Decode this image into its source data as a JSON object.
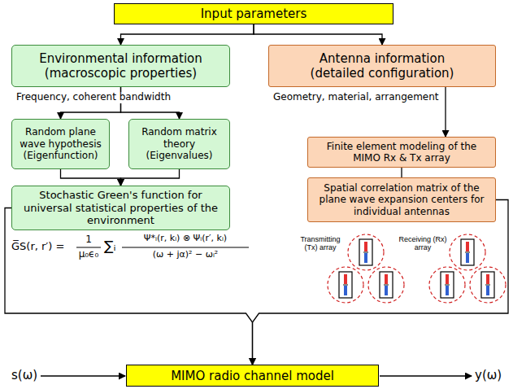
{
  "diagram": {
    "nodes": [
      {
        "text": [
          "Input parameters"
        ]
      },
      {
        "text": [
          "Environmental information",
          "(macroscopic properties)"
        ]
      },
      {
        "text": [
          "Antenna information",
          "(detailed configuration)"
        ]
      },
      {
        "text": [
          "Random plane wave hypothesis (Eigenfunction)"
        ]
      },
      {
        "text": [
          "Random matrix theory (Eigenvalues)"
        ]
      },
      {
        "text": [
          "Stochastic Green's function for universal statistical properties of the environment"
        ]
      },
      {
        "text": [
          "Finite element modeling of the MIMO Rx & Tx array"
        ]
      },
      {
        "text": [
          "Spatial correlation matrix of the plane wave expansion centers for individual antennas"
        ]
      },
      {
        "text": [
          "MIMO radio channel model"
        ]
      }
    ],
    "edges": [
      {
        "from": 0,
        "to": 1,
        "arrow": "to"
      },
      {
        "from": 0,
        "to": 2,
        "arrow": "to"
      },
      {
        "from": 1,
        "to": 3,
        "arrow": "to"
      },
      {
        "from": 1,
        "to": 4,
        "arrow": "to"
      },
      {
        "from": 3,
        "to": 5,
        "arrow": "to"
      },
      {
        "from": 4,
        "to": 5,
        "arrow": "to"
      },
      {
        "from": 2,
        "to": 6,
        "arrow": "to"
      },
      {
        "from": 6,
        "to": 7,
        "arrow": "none"
      },
      {
        "from": 5,
        "to": 8,
        "arrow": "to"
      },
      {
        "from": 7,
        "to": 8,
        "arrow": "to"
      }
    ],
    "labels": [
      "Frequency, coherent bandwidth",
      "Geometry, material, arrangement",
      "G̅S(r, r′) =",
      "1",
      "μ₀ϵ₀",
      "∑ᵢ",
      "Ψ*ᵢ(r, kᵢ) ⊗ Ψᵢ(r′, kᵢ)",
      "(ω + jα)² − ωᵢ²",
      "Transmitting (Tx) array",
      "Receiving (Rx) array",
      "s(ω)",
      "y(ω)"
    ]
  }
}
